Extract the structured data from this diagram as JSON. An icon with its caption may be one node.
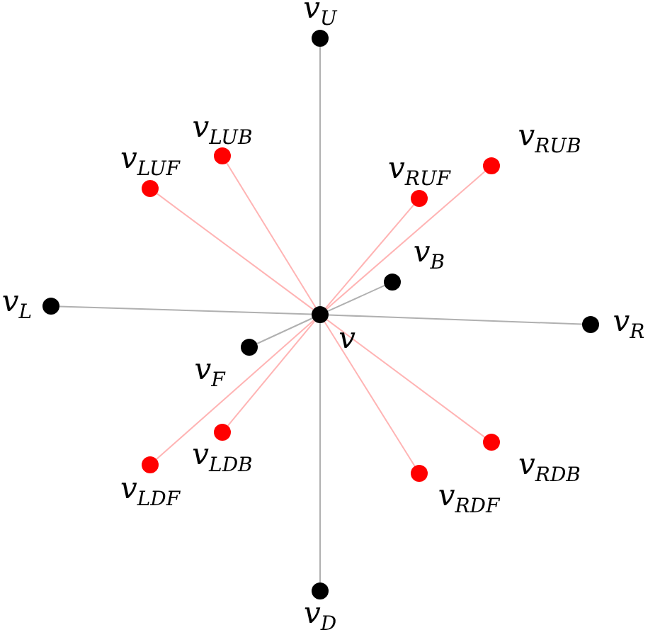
{
  "diagram": {
    "nodes": [
      {
        "text": [],
        "shape": "circle",
        "beside": [
          "v$_{U}$"
        ]
      },
      {
        "text": [],
        "shape": "circle",
        "beside": [
          "v$_{LUB}$"
        ]
      },
      {
        "text": [],
        "shape": "circle",
        "beside": [
          "v$_{RUB}$"
        ]
      },
      {
        "text": [],
        "shape": "circle",
        "beside": [
          "v$_{LUF}$"
        ]
      },
      {
        "text": [],
        "shape": "circle",
        "beside": [
          "v$_{RUF}$"
        ]
      },
      {
        "text": [],
        "shape": "circle",
        "beside": [
          "v$_{B}$"
        ]
      },
      {
        "text": [],
        "shape": "circle",
        "beside": [
          "v$_{L}$"
        ]
      },
      {
        "text": [],
        "shape": "circle",
        "beside": [
          "v"
        ]
      },
      {
        "text": [],
        "shape": "circle",
        "beside": [
          "v$_{R}$"
        ]
      },
      {
        "text": [],
        "shape": "circle",
        "beside": [
          "v$_{F}$"
        ]
      },
      {
        "text": [],
        "shape": "circle",
        "beside": [
          "v$_{LDB}$"
        ]
      },
      {
        "text": [],
        "shape": "circle",
        "beside": [
          "v$_{RDB}$"
        ]
      },
      {
        "text": [],
        "shape": "circle",
        "beside": [
          "v$_{LDF}$"
        ]
      },
      {
        "text": [],
        "shape": "circle",
        "beside": [
          "v$_{RDF}$"
        ]
      },
      {
        "text": [],
        "shape": "circle",
        "beside": [
          "v$_{D}$"
        ]
      }
    ],
    "edges": [
      {
        "from": 7,
        "to": 0,
        "arrow": "none",
        "color": "#b0b0b0"
      },
      {
        "from": 7,
        "to": 1,
        "arrow": "none"
      },
      {
        "from": 7,
        "to": 2,
        "arrow": "none"
      },
      {
        "from": 7,
        "to": 3,
        "arrow": "none"
      },
      {
        "from": 7,
        "to": 4,
        "arrow": "none"
      },
      {
        "from": 7,
        "to": 5,
        "arrow": "none",
        "color": "#b0b0b0"
      },
      {
        "from": 7,
        "to": 6,
        "arrow": "none",
        "color": "#b0b0b0"
      },
      {
        "from": 7,
        "to": 8,
        "arrow": "none",
        "color": "#b0b0b0"
      },
      {
        "from": 7,
        "to": 9,
        "arrow": "none",
        "color": "#b0b0b0"
      },
      {
        "from": 7,
        "to": 10,
        "arrow": "none"
      },
      {
        "from": 7,
        "to": 11,
        "arrow": "none"
      },
      {
        "from": 7,
        "to": 12,
        "arrow": "none"
      },
      {
        "from": 7,
        "to": 13,
        "arrow": "none"
      },
      {
        "from": 7,
        "to": 14,
        "arrow": "none",
        "color": "#b0b0b0"
      }
    ]
  }
}
